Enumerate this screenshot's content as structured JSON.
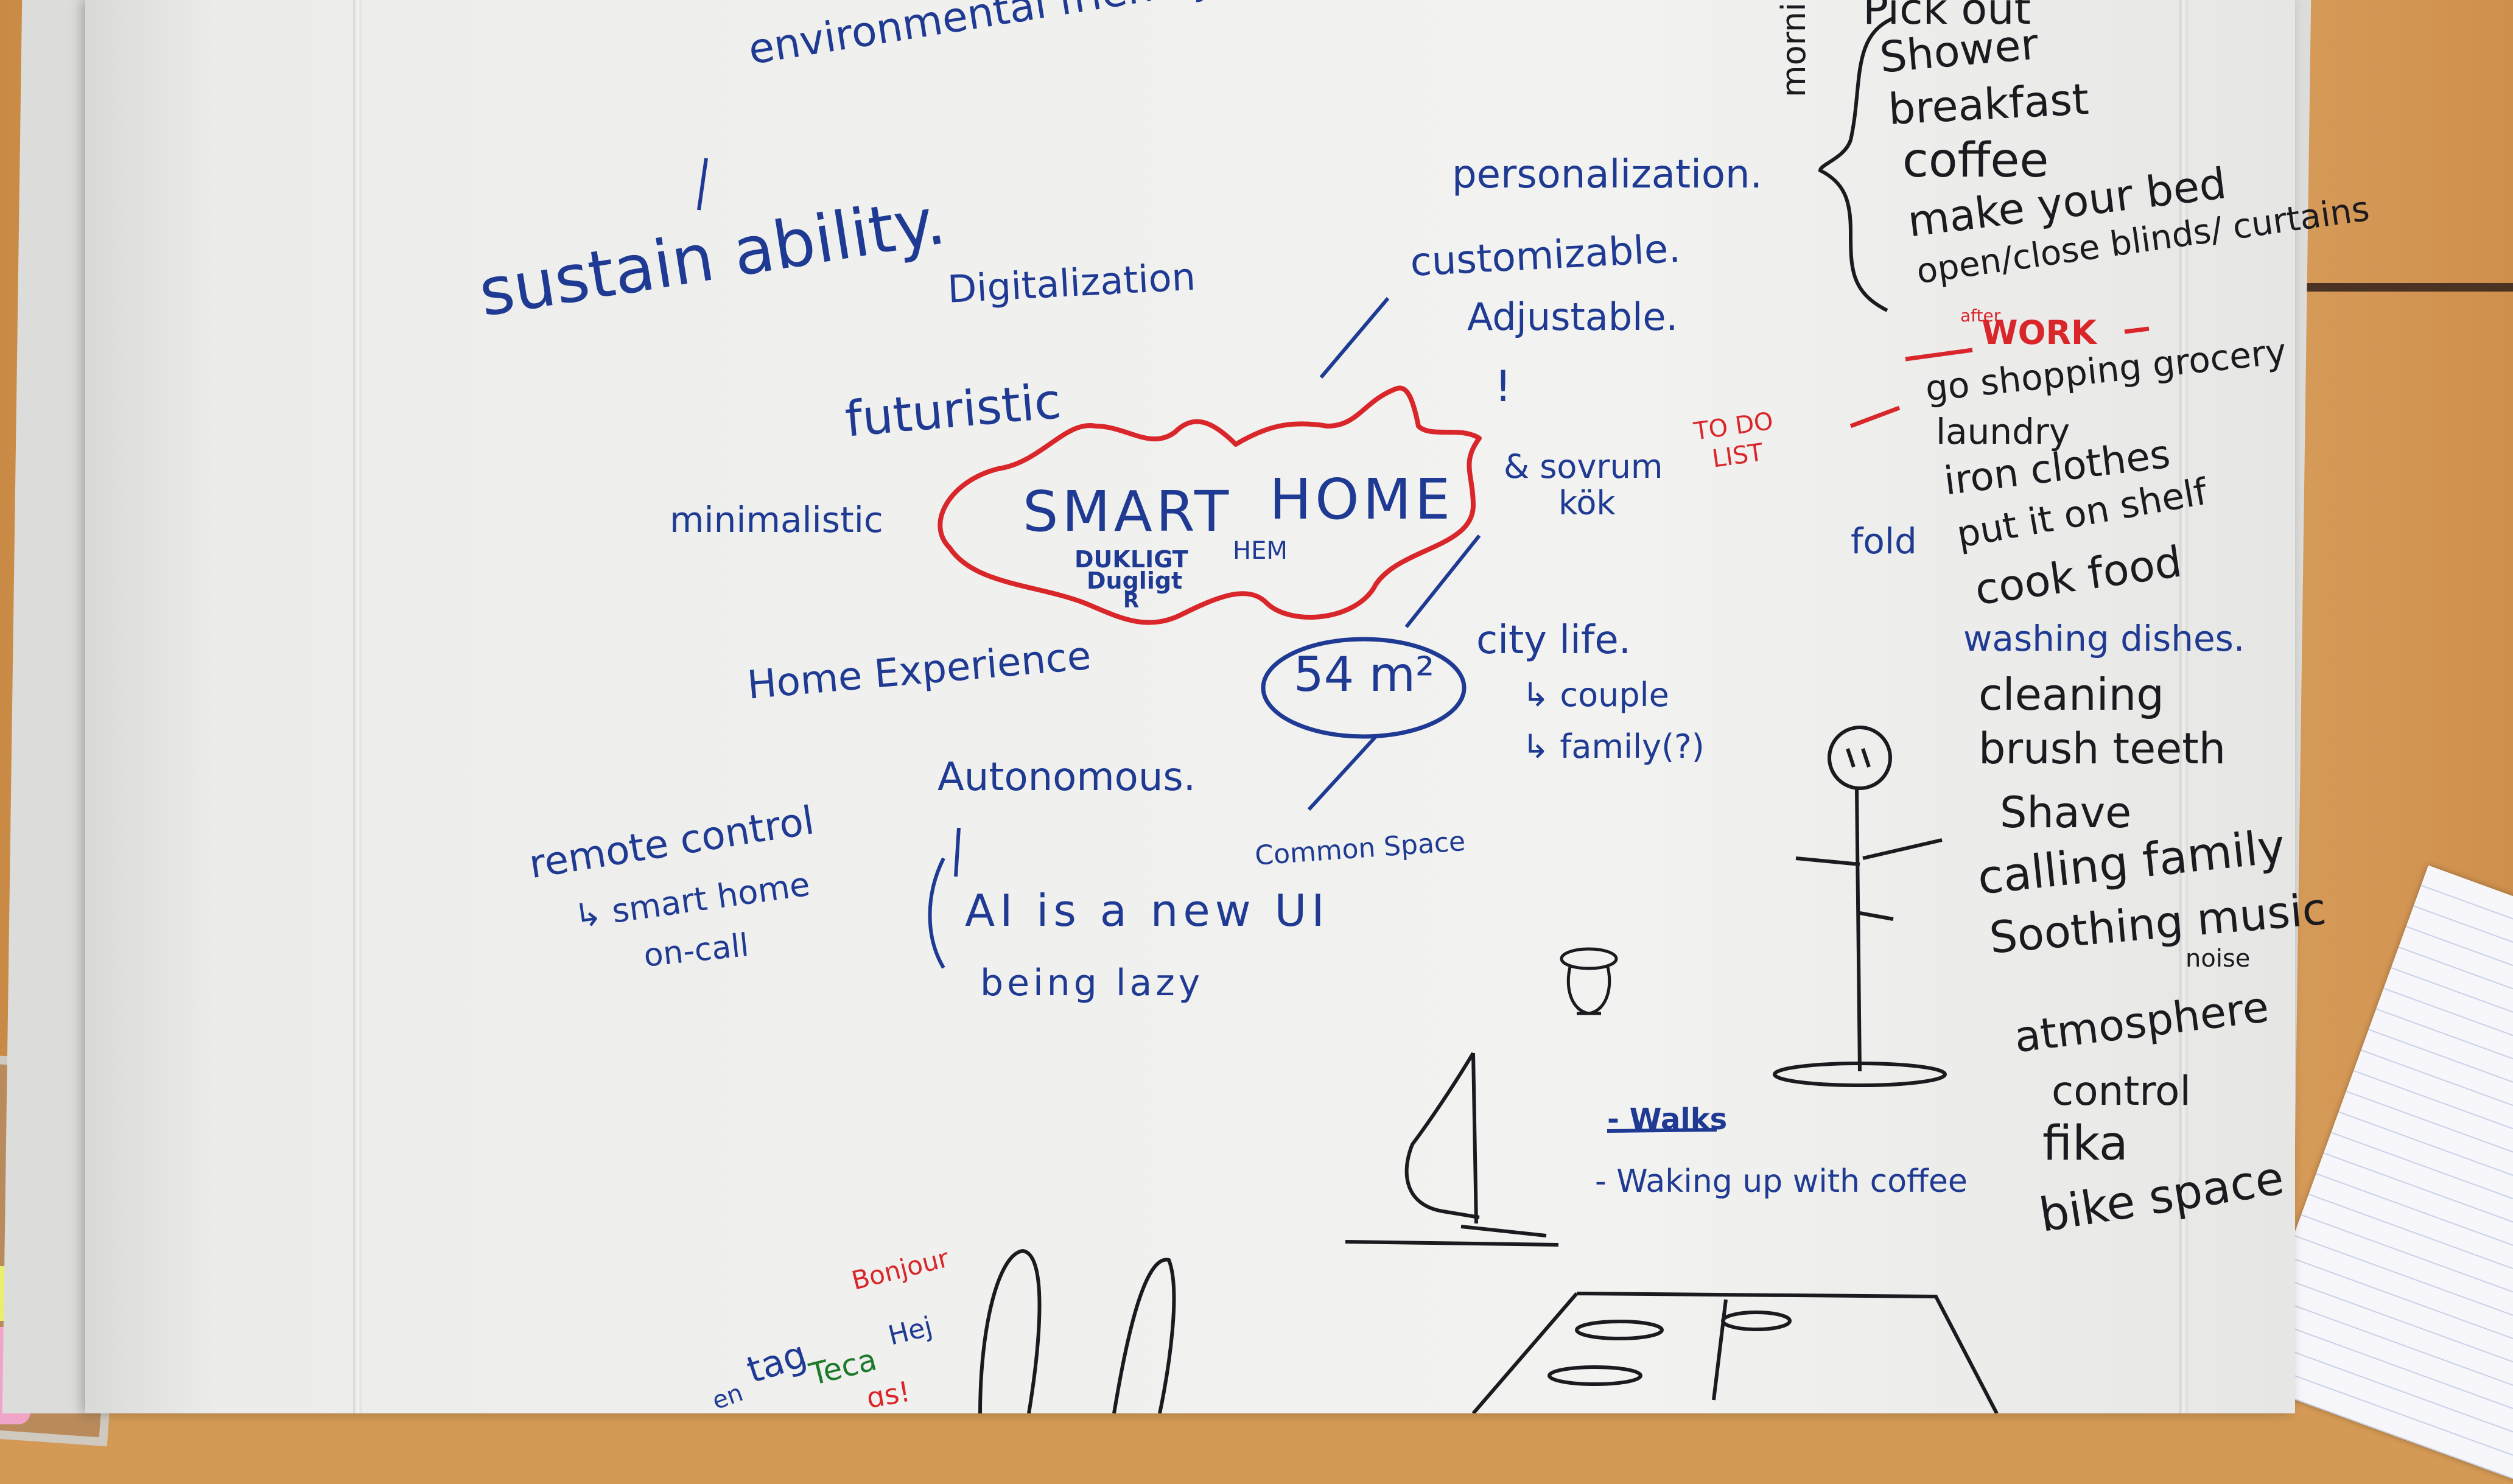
{
  "colors": {
    "blue_marker": "#1f3a93",
    "black_marker": "#1b1b1f",
    "red_marker": "#d9262a",
    "green_marker": "#1e7a2a"
  },
  "whiteboard": {
    "center": {
      "title_smart": "SMART",
      "title_home": "HOME",
      "sub_line1": "DUKLIGT",
      "sub_line2": "Dugligt",
      "sub_hem": "HEM",
      "sub_r": "R"
    },
    "left_cluster": {
      "environmental": "environmental friendly.",
      "sustainability": "sustain ability.",
      "digitalization": "Digitalization",
      "futuristic": "futuristic",
      "minimalistic": "minimalistic",
      "home_experience": "Home Experience",
      "autonomous": "Autonomous.",
      "remote_control": "remote control",
      "smart_home": "↳ smart home",
      "on_call": "on-call",
      "ai_ui": "AI is a new UI",
      "being_lazy": "being lazy",
      "common_space": "Common Space"
    },
    "right_cluster": {
      "personalization": "personalization.",
      "customizable": "customizable.",
      "adjustable": "Adjustable.",
      "exclaim": "!",
      "sovrum": "& sovrum",
      "kok": "kök",
      "todo_line1": "TO DO",
      "todo_line2": "LIST",
      "area": "54 m²",
      "city_life": "city life.",
      "couple": "↳ couple",
      "family": "↳ family(?)",
      "walks": "- Walks",
      "waking": "- Waking up with coffee"
    },
    "routine_list": {
      "morning_label": "morning",
      "morning_items": [
        "Pick out",
        "Shower",
        "breakfast",
        "coffee",
        "make your bed",
        "open/close blinds/ curtains"
      ],
      "after_label": "after",
      "work_label": "WORK",
      "evening_items": [
        "go shopping grocery",
        "laundry",
        "iron clothes",
        "put it on shelf",
        "cook food",
        "washing dishes.",
        "cleaning",
        "brush teeth",
        "Shave",
        "calling family",
        "Soothing music",
        "noise",
        "atmosphere",
        "control",
        "fika",
        "bike space"
      ],
      "fold_label": "fold"
    },
    "bottom_left": {
      "bonjour": "Bonjour",
      "hej": "Hej",
      "teca": "Teca",
      "tag": "tag",
      "en": "en",
      "extra": "ɑs!"
    }
  }
}
